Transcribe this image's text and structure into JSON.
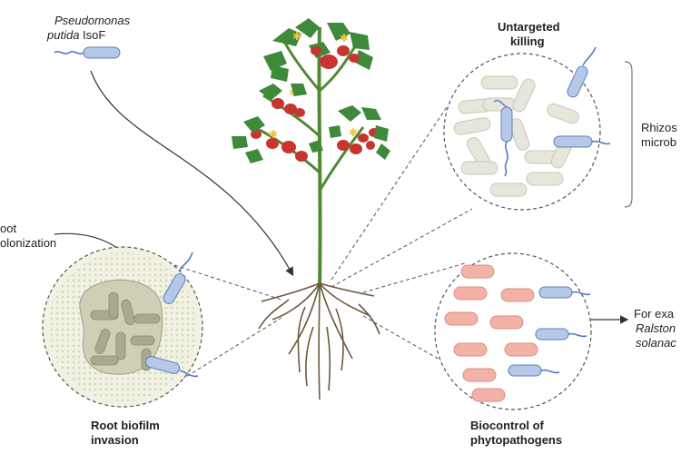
{
  "labels": {
    "organism_line1": "Pseudomonas",
    "organism_line2": "putida",
    "organism_suffix": "IsoF",
    "untargeted_line1": "Untargeted",
    "untargeted_line2": "killing",
    "rhizo_line1": "Rhizos",
    "rhizo_line2": "microb",
    "root_col_line1": "oot",
    "root_col_line2": "olonization",
    "biofilm_line1": "Root biofilm",
    "biofilm_line2": "invasion",
    "biocontrol_line1": "Biocontrol of",
    "biocontrol_line2": "phytopathogens",
    "example_line1": "For exa",
    "example_line2": "Ralston",
    "example_line3": "solanac"
  },
  "colors": {
    "leaf": "#3e8a3a",
    "stem": "#4f8a33",
    "tomato": "#c8342f",
    "flower": "#f2c63a",
    "root": "#6b5a3a",
    "predator_body": "#b5c8e8",
    "predator_outline": "#5d7fb8",
    "tail": "#4f78c0",
    "commensal": "#e6e6dc",
    "pathogen": "#f2b3a6",
    "biofilm": "#cfcfb6",
    "dashed": "#555555"
  }
}
